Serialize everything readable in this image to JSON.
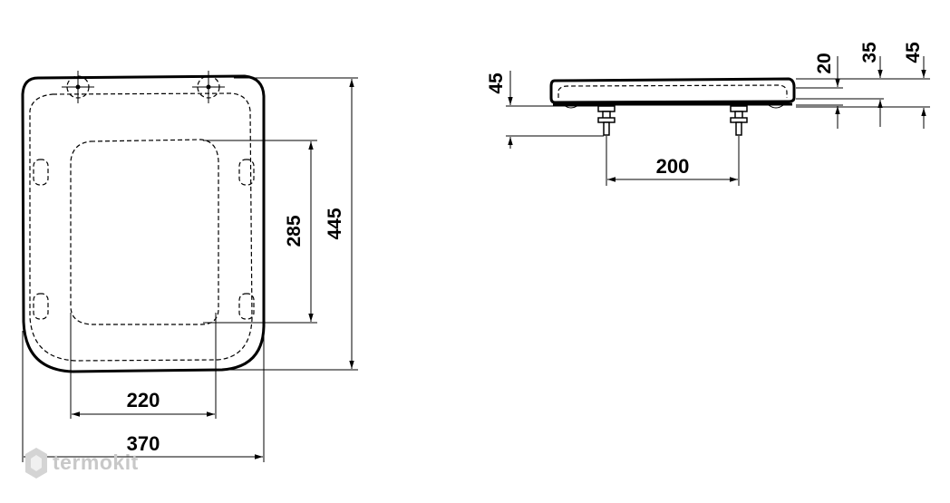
{
  "dimensions": {
    "inner_width": "220",
    "outer_width": "370",
    "inner_length": "285",
    "outer_length": "445",
    "hinge_spacing": "200",
    "height_under": "45",
    "thickness_20": "20",
    "thickness_35": "35",
    "thickness_45": "45"
  },
  "watermark": {
    "text": "termokit",
    "color": "#c8c8c8"
  }
}
